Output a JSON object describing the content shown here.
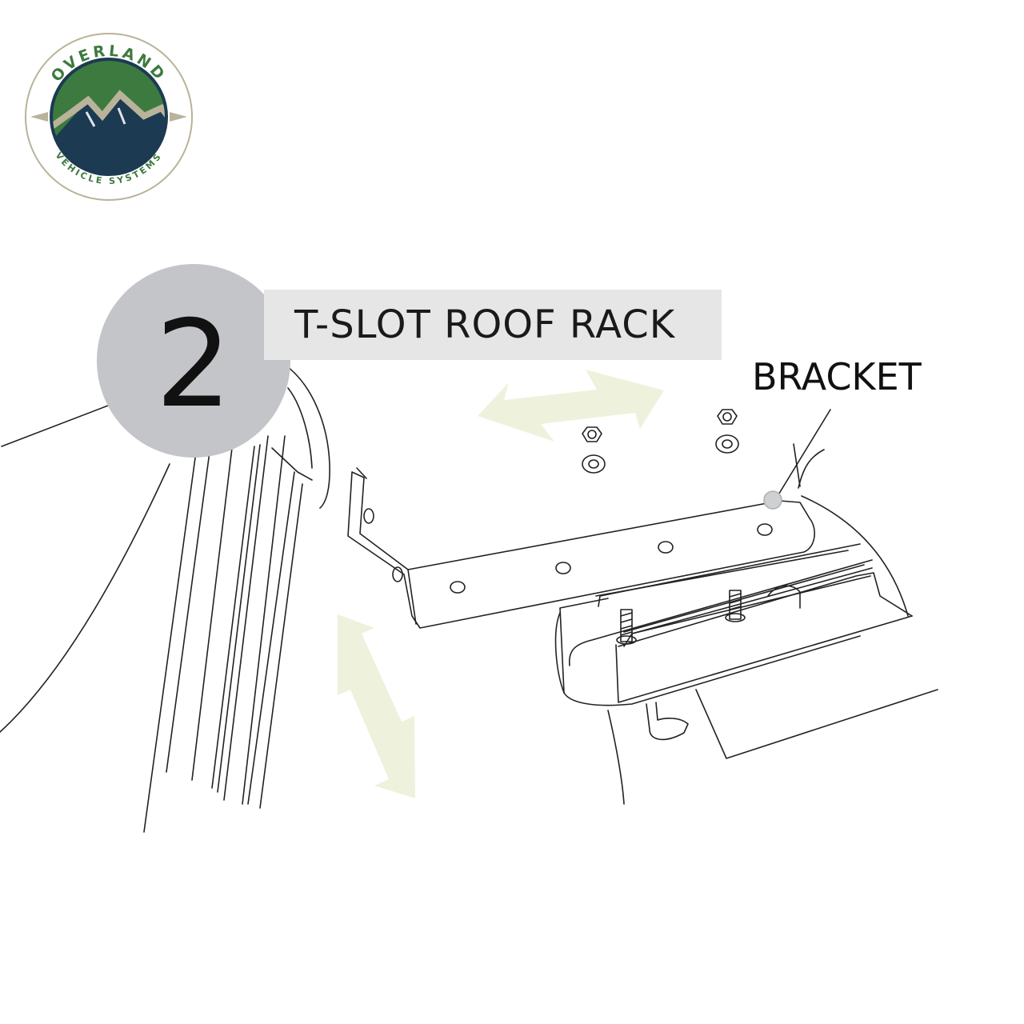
{
  "logo": {
    "top_text": "OVERLAND",
    "bottom_text": "VEHICLE SYSTEMS",
    "colors": {
      "green": "#3d7a3f",
      "navy": "#1c3a52",
      "tan": "#b9b39a",
      "ring": "#ffffff"
    }
  },
  "step": {
    "number": "2",
    "title": "T-SLOT ROOF RACK"
  },
  "callout": {
    "label": "BRACKET"
  },
  "colors": {
    "badge": "#c4c5c9",
    "title_bg": "#e6e6e6",
    "arrow": "#eef2dc",
    "line": "#222222",
    "dot": "#cfd0d3"
  }
}
